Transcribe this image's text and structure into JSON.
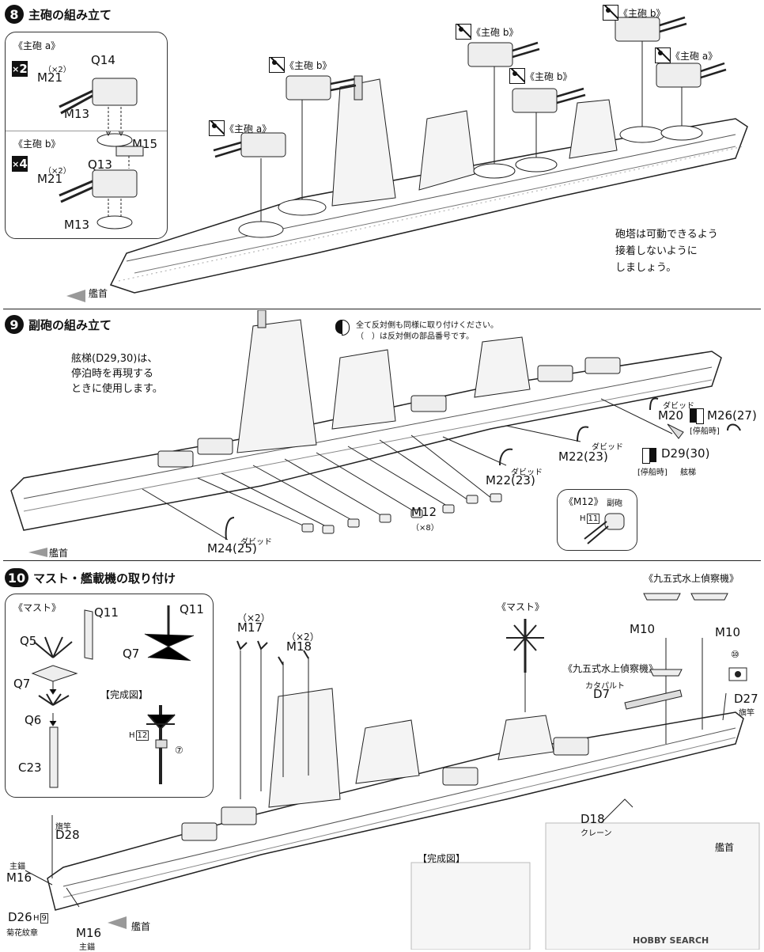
{
  "step8": {
    "number": "8",
    "title": "主砲の組み立て",
    "inset": {
      "a_title": "《主砲 a》",
      "a_mult": "2",
      "a_mult_sign": "×",
      "a_qty": "（×2）",
      "a_part_m21": "M21",
      "a_part_q14": "Q14",
      "a_part_m13": "M13",
      "b_title": "《主砲 b》",
      "b_mult": "4",
      "b_mult_sign": "×",
      "b_qty": "（×2）",
      "b_part_m21": "M21",
      "b_part_q13": "Q13",
      "b_part_m15": "M15",
      "b_part_m13": "M13"
    },
    "turret_labels": [
      "《主砲 a》",
      "《主砲 b》",
      "《主砲 b》",
      "《主砲 b》",
      "《主砲 b》",
      "《主砲 a》"
    ],
    "note": [
      "砲塔は可動できるよう",
      "接着しないように",
      "しましょう。"
    ],
    "bow_label": "艦首"
  },
  "step9": {
    "number": "9",
    "title": "副砲の組み立て",
    "legend": [
      "全て反対側も同様に取り付けください。",
      "（　）は反対側の部品番号です。"
    ],
    "note": [
      "舷梯(D29,30)は、",
      "停泊時を再現する",
      "ときに使用します。"
    ],
    "parts": {
      "m20_small": "ダビッド",
      "m20": "M20",
      "m26": "M26(27)",
      "m26_sub": "[停船時]",
      "m22a_small": "ダビッド",
      "m22a": "M22(23)",
      "m22b_small": "ダビッド",
      "m22b": "M22(23)",
      "d29": "D29(30)",
      "d29_sub": "[停船時]",
      "d29_name": "舷梯",
      "m12": "M12",
      "m12_qty": "（×8）",
      "m24_small": "ダビッド",
      "m24": "M24(25)"
    },
    "m12_inset": {
      "title": "《M12》",
      "sub": "副砲",
      "h_label": "H",
      "h_num": "11"
    },
    "bow_label": "艦首"
  },
  "step10": {
    "number": "10",
    "title": "マスト・艦載機の取り付け",
    "mast_inset": {
      "title": "《マスト》",
      "q11_a": "Q11",
      "q11_b": "Q11",
      "q5": "Q5",
      "q7_a": "Q7",
      "q7_b": "Q7",
      "q6": "Q6",
      "c23": "C23",
      "complete": "【完成図】",
      "h_label": "H",
      "h_num": "12",
      "circle": "⑦"
    },
    "parts": {
      "m17_qty": "（×2）",
      "m17": "M17",
      "m18_qty": "（×2）",
      "m18": "M18",
      "mast_label": "《マスト》",
      "plane_title_top": "《九五式水上偵察機》",
      "m10_a": "M10",
      "m10_b": "M10",
      "plane_title_mid": "《九五式水上偵察機》",
      "catapult": "カタパルト",
      "d7": "D7",
      "d27_circle": "⑩",
      "d27": "D27",
      "d27_sub": "旗竿",
      "d28_sub": "旗竿",
      "d28": "D28",
      "m16_top_sub": "主錨",
      "m16_top": "M16",
      "d26": "D26",
      "d26_h": "H",
      "d26_hnum": "9",
      "d26_sub": "菊花紋章",
      "m16_bot": "M16",
      "m16_bot_sub": "主錨",
      "d18": "D18",
      "d18_sub": "クレーン",
      "complete": "【完成図】"
    },
    "bow_label": "艦首",
    "stern_label": "艦首"
  },
  "watermark": "HOBBY SEARCH"
}
